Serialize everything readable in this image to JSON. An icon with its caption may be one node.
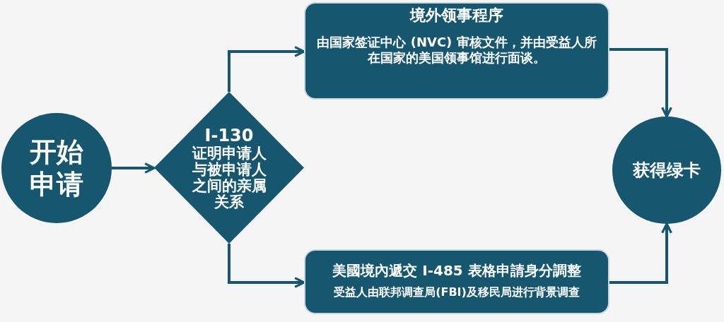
{
  "diagram": {
    "nodes": [
      {
        "text": [
          "开始申请"
        ]
      },
      {
        "text": [
          "I-130",
          "证明申请人与被申请人之间的亲属关系"
        ]
      },
      {
        "text": [
          "境外领事程序",
          "由国家签证中心 (NVC) 审核文件，并由受益人所在国家的美国领事馆进行面谈。"
        ]
      },
      {
        "text": [
          "美國境內遞交 I-485 表格申請身分調整",
          "受益人由联邦调查局(FBI)及移民局进行背景调查"
        ]
      },
      {
        "text": [
          "获得绿卡"
        ]
      }
    ],
    "edges": [
      {
        "from": 0,
        "to": 1,
        "arrow": "to"
      },
      {
        "from": 1,
        "to": 2,
        "arrow": "to"
      },
      {
        "from": 1,
        "to": 3,
        "arrow": "to"
      },
      {
        "from": 2,
        "to": 4,
        "arrow": "to"
      },
      {
        "from": 3,
        "to": 4,
        "arrow": "to"
      }
    ]
  }
}
